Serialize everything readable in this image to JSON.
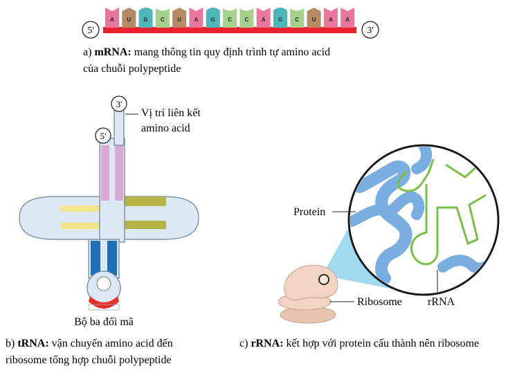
{
  "mrna": {
    "five_prime": "5'",
    "three_prime": "3'",
    "bases": [
      "A",
      "U",
      "G",
      "C",
      "U",
      "A",
      "G",
      "C",
      "C",
      "A",
      "G",
      "C",
      "U",
      "A",
      "A"
    ],
    "caption_prefix": "a) ",
    "caption_bold": "mRNA:",
    "caption_line1": " mang thông tin quy định trình tự amino acid",
    "caption_line2": "của chuỗi polypeptide"
  },
  "trna": {
    "five_prime": "5'",
    "three_prime": "3'",
    "site_label_1": "Vị trí liên kết",
    "site_label_2": "amino acid",
    "anticodon_label": "Bộ ba đối mã",
    "caption_prefix": "b) ",
    "caption_bold": "tRNA:",
    "caption_line1": " vận chuyển amino acid đến",
    "caption_line2": "ribosome tổng hợp chuỗi polypeptide"
  },
  "rrna": {
    "protein_label": "Protein",
    "ribosome_label": "Ribosome",
    "rrna_label": "rRNA",
    "caption_prefix": "c) ",
    "caption_bold": "rRNA:",
    "caption_line1": " kết hợp với protein cấu thành nên ribosome"
  },
  "colors": {
    "backbone": "#e8202a",
    "A": "#e9769d",
    "U": "#b58b63",
    "G": "#4db6b6",
    "C": "#a8d08d",
    "trna_body": "#dce9f5",
    "trna_pink": "#d9a8d3",
    "trna_yellow": "#f5e58a",
    "trna_olive": "#b5b54a",
    "trna_blue": "#1f6fb8",
    "anticodon": "#e8302a",
    "protein": "#7aaee0",
    "rrna_line": "#76c043",
    "ribosome": "#f1d5c2",
    "zoom_beam": "#8fd3ef"
  }
}
